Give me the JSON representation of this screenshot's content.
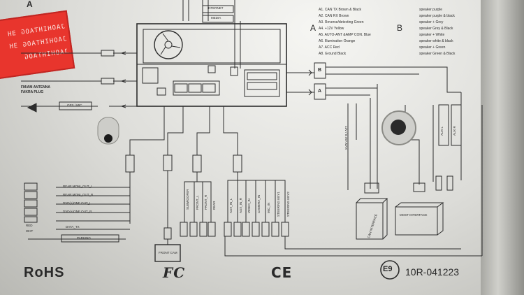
{
  "header": {
    "section_a": "A",
    "internet_label": "INTERNET",
    "media_label": "MEDIA"
  },
  "top_right_legend": {
    "block_a_label": "A",
    "block_b_label": "B",
    "a_pins": [
      "A1. CAN TX Brown & Black",
      "A2. CAN RX Brown",
      "A3. Reverse/detecting Green",
      "A4. +12V Yellow",
      "A5. AUTO-ANT &AMP CON. Blue",
      "A6. Illumination Orange",
      "A7. ACC Red",
      "A8. Ground Black"
    ],
    "b_pins": [
      "speaker purple",
      "speaker purple & black",
      "speaker + Grey",
      "speaker Grey & Black",
      "speaker + White",
      "speaker white & black",
      "speaker + Green",
      "speaker Green & Black"
    ]
  },
  "left_side": {
    "antenna_label_1": "FM/AM ANTENNA",
    "antenna_label_2": "FAKRA PLUG",
    "gps_label": "GPS / MIC",
    "sticker_lines": [
      "JAOHIHTAOG ƎH",
      "JAOHIHTAOG ƎH",
      "JAOHIHTAOG"
    ]
  },
  "center_connectors": {
    "plug_a": "A",
    "plug_b": "B",
    "fuse_label": "12V / 0.75A MAX"
  },
  "left_harness": {
    "rows": [
      "REAR MONI_OUT_L",
      "REAR MONI_OUT_R",
      "DVD(+)ONE OUT_L",
      "DVD(+)ONE OUT_R",
      "DATA_TX",
      "PARKING"
    ],
    "sub_labels": [
      "RED",
      "WHT"
    ]
  },
  "lower_blocks": {
    "camera_box": "FRONT CAM",
    "rca_labels_mid": [
      "SUBWOOFER",
      "FRONT_L",
      "FRONT_R",
      "REAR"
    ],
    "rca_labels_right": [
      "AUX_IN_L",
      "AUX_IN_R",
      "VIDEO_IN",
      "CAMERA_IN",
      "MIC_IN",
      "STEERING KEY1",
      "STEERING KEY2"
    ]
  },
  "interfaces": {
    "can_box": "CAN INTERFACE",
    "most_box": "MOST INTERFACE"
  },
  "right_connectors": {
    "labels": [
      "AUX L",
      "AUX R"
    ]
  },
  "footer": {
    "rohs": "RoHS",
    "fc": "FC",
    "ce": "CE",
    "e_mark": "E9",
    "approval_number": "10R-041223"
  }
}
